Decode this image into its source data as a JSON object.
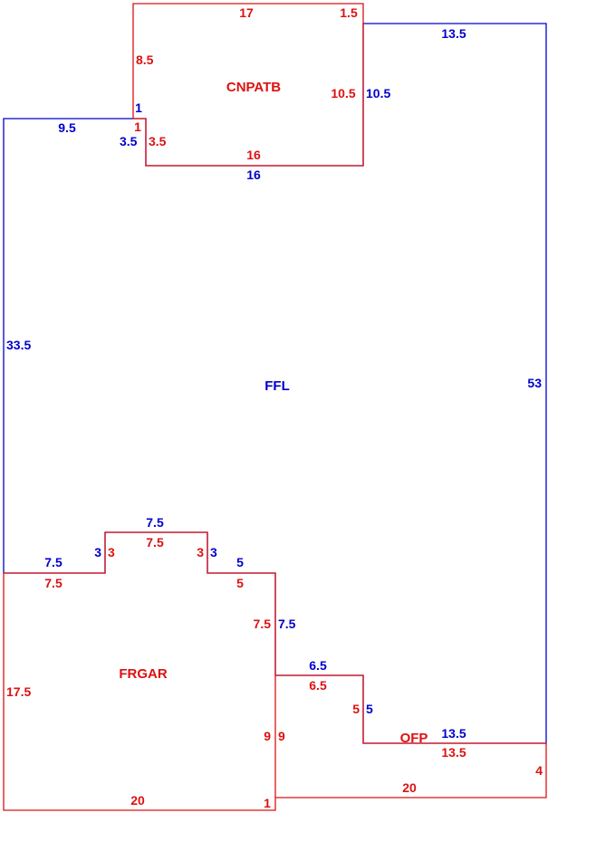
{
  "colors": {
    "blue": "#0000cc",
    "red": "#dd1111"
  },
  "areas": {
    "cnpatb": "CNPATB",
    "ffl": "FFL",
    "frgar": "FRGAR",
    "ofp": "OFP"
  },
  "dims": {
    "cnpatb_top": "17",
    "cnpatb_top_right": "1.5",
    "cnpatb_left_upper": "8.5",
    "cnpatb_right": "10.5",
    "cnpatb_step": "1",
    "cnpatb_left_lower": "3.5",
    "cnpatb_bottom": "16",
    "ffl_top_right": "13.5",
    "ffl_right_of_cnpatb": "10.5",
    "ffl_step": "1",
    "ffl_top_left": "9.5",
    "ffl_left_of_cnpatb": "3.5",
    "ffl_under_cnpatb": "16",
    "ffl_left": "33.5",
    "ffl_right": "53",
    "ffl_bump_top": "7.5",
    "ffl_bump_left": "3",
    "ffl_bump_right": "3",
    "ffl_left_ledge": "7.5",
    "ffl_right_ledge": "5",
    "ffl_mid_vertical": "7.5",
    "ffl_lower_ledge": "6.5",
    "ffl_lower_vertical": "5",
    "ffl_bottom_right": "13.5",
    "frgar_bump_top": "7.5",
    "frgar_bump_left": "3",
    "frgar_bump_right": "3",
    "frgar_left_ledge": "7.5",
    "frgar_right_ledge": "5",
    "frgar_left": "17.5",
    "frgar_right_upper": "7.5",
    "frgar_right_lower": "9",
    "frgar_bottom": "20",
    "frgar_step": "1",
    "ofp_ledge": "6.5",
    "ofp_vertical_left": "5",
    "ofp_vertical_mid": "9",
    "ofp_top_right": "13.5",
    "ofp_right": "4",
    "ofp_bottom": "20"
  }
}
